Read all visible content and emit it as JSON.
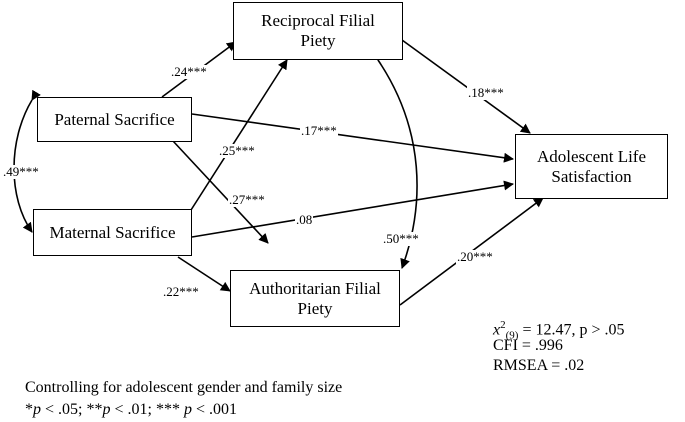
{
  "nodes": {
    "reciprocal": "Reciprocal Filial Piety",
    "paternal": "Paternal Sacrifice",
    "maternal": "Maternal Sacrifice",
    "authoritarian": "Authoritarian Filial Piety",
    "outcome": "Adolescent Life Satisfaction"
  },
  "paths": {
    "paternal_reciprocal": ".24***",
    "paternal_outcome": ".17***",
    "paternal_maternal": ".49***",
    "maternal_reciprocal": ".25***",
    "paternal_authoritarian": ".27***",
    "maternal_outcome": ".08",
    "reciprocal_authoritarian": ".50***",
    "maternal_authoritarian": ".22***",
    "reciprocal_outcome": ".18***",
    "authoritarian_outcome": ".20***"
  },
  "fit": {
    "chi_x": "x",
    "chi_sup": "2",
    "chi_sub": "(9)",
    "chi_rest": " = 12.47, p > .05",
    "cfi": "CFI = .996",
    "rmsea": "RMSEA = .02"
  },
  "notes": {
    "controls": "Controlling for adolescent gender and family size",
    "sig_p1": "p",
    "sig_t1": " < .05; **",
    "sig_p2": "p",
    "sig_t2": " < .01; *** ",
    "sig_p3": "p",
    "sig_t3": " < .001",
    "sig_s1": "*"
  }
}
